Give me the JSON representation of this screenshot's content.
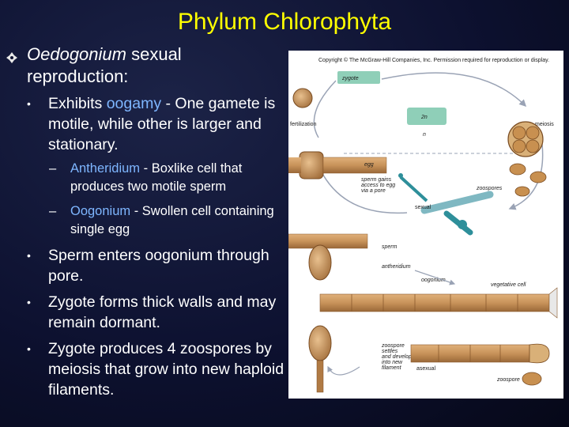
{
  "title": "Phylum Chlorophyta",
  "heading": {
    "italic": "Oedogonium",
    "rest": " sexual reproduction:"
  },
  "bullets": [
    {
      "pre": "Exhibits ",
      "hl": "oogamy",
      "post": " - One gamete is motile, while other is larger and stationary."
    },
    {
      "text": "Sperm enters oogonium through pore."
    },
    {
      "text": "Zygote forms thick walls and may remain dormant."
    },
    {
      "text": "Zygote produces 4 zoospores by meiosis that grow into new haploid filaments."
    }
  ],
  "subbullets": [
    {
      "hl": "Antheridium",
      "post": " - Boxlike cell that produces two motile sperm"
    },
    {
      "hl": "Oogonium",
      "post": " - Swollen cell containing single egg"
    }
  ],
  "figure": {
    "copyright": "Copyright © The McGraw-Hill Companies, Inc. Permission required for reproduction or display.",
    "labels": {
      "zygote": "zygote",
      "two_n": "2n",
      "n": "n",
      "fertilization": "fertilization",
      "meiosis": "meiosis",
      "egg": "egg",
      "sperm_gains": "sperm gains access to egg via a pore",
      "zoospores": "zoospores",
      "sexual": "sexual",
      "sperm": "sperm",
      "antheridium": "antheridium",
      "oogonium": "oogonium",
      "vegetative_cell": "vegetative cell",
      "zoospore_settles": "zoospore settles and develops into new filament",
      "asexual": "asexual",
      "zoospore": "zoospore"
    },
    "colors": {
      "cell": "#c8935a",
      "cell_dark": "#8a5a2e",
      "arrow": "#9aa3b5",
      "teal": "#2e8f9a",
      "box": "#a8d8c8"
    }
  }
}
